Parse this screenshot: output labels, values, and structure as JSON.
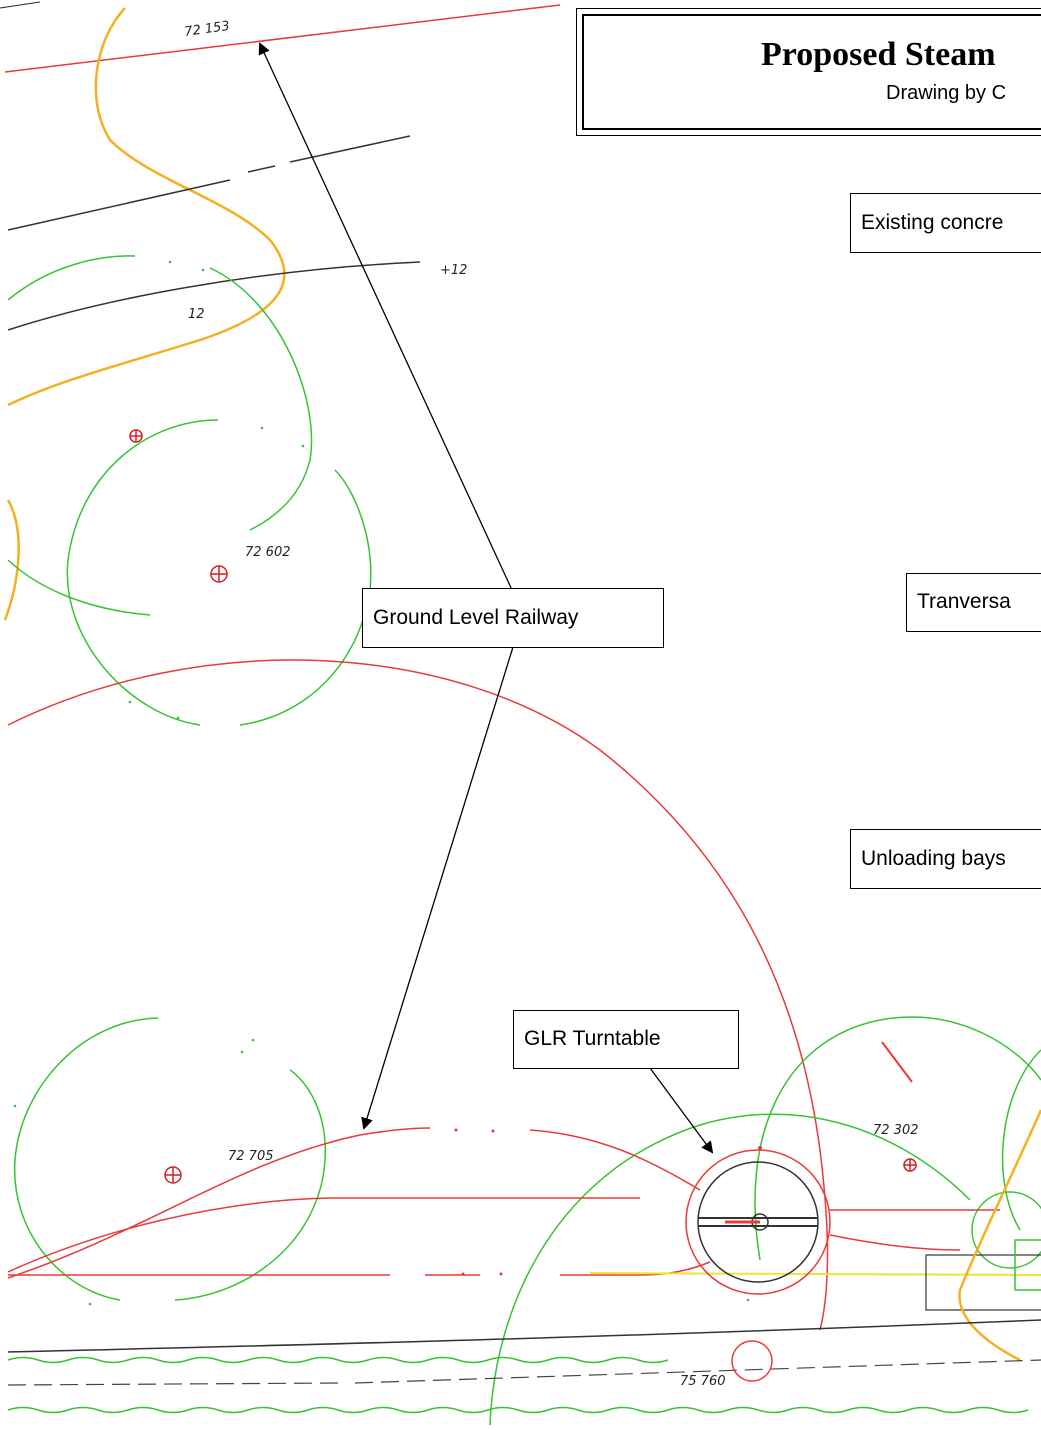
{
  "title": "Proposed Steam",
  "subtitle": "Drawing by C",
  "callouts": {
    "ground_level_railway": "Ground Level Railway",
    "glr_turntable": "GLR Turntable",
    "existing_concrete": "Existing concre",
    "transversa": "Tranversa",
    "unloading_bays": "Unloading bays"
  },
  "handwritten": {
    "top_level": "72 153",
    "level_12": "+12",
    "level_12b": "12",
    "level_602": "72 602",
    "level_705": "72 705",
    "level_302": "72 302",
    "level_750": "75 760"
  },
  "colors": {
    "contour_red": "#e83a3a",
    "tree_green": "#35c435",
    "sewer_orange": "#f5b020",
    "track_gray": "#333333",
    "yellow_line": "#e8e830"
  }
}
